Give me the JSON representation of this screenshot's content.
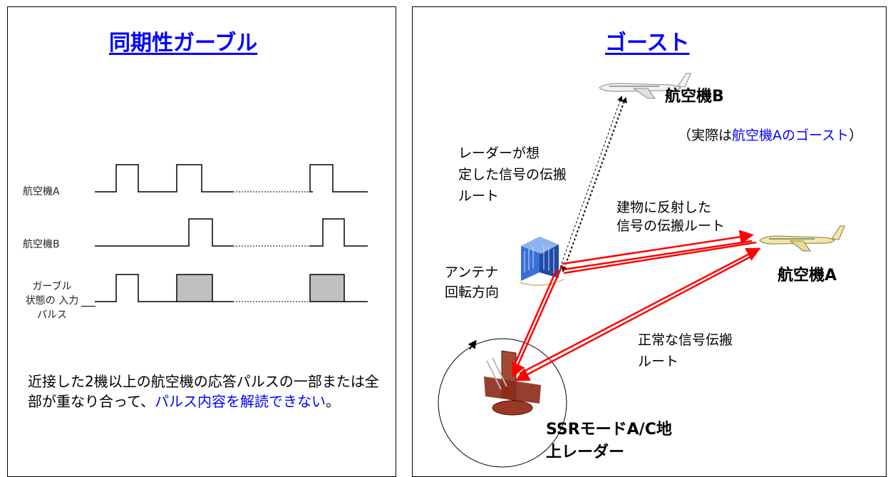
{
  "left_panel": {
    "title": "同期性ガーブル",
    "signals": [
      {
        "label": "航空機A"
      },
      {
        "label": "航空機B"
      },
      {
        "label_lines": [
          "ガーブル",
          "状態の 入力",
          "パルス"
        ]
      }
    ],
    "description": {
      "text_part1": "近接した2機以上の航空機の応答パルスの一部または全部が重なり合って、",
      "text_highlight": "パルス内容を解読できない",
      "text_part2": "。"
    },
    "colors": {
      "pulse_line": "#000000",
      "overlap_fill": "#c0c0c0",
      "title": "#0000ff",
      "highlight": "#0000ff"
    }
  },
  "right_panel": {
    "title": "ゴースト",
    "aircraft_b_label": "航空機B",
    "ghost_note": {
      "prefix": "（実際は",
      "highlight": "航空機Aのゴースト",
      "suffix": "）"
    },
    "expected_route_label": [
      "レーダーが想",
      "定した信号の伝搬",
      "ルート"
    ],
    "reflected_route_label": [
      "建物に反射した",
      "信号の伝搬ルート"
    ],
    "aircraft_a_label": "航空機A",
    "antenna_label": [
      "アンテナ",
      "回転方向"
    ],
    "normal_route_label": [
      "正常な信号伝搬",
      "ルート"
    ],
    "radar_label": [
      "SSRモードA/C地",
      "上レーダー"
    ],
    "colors": {
      "route_arrow": "#ff0000",
      "expected_route": "#000000",
      "building": "#3a6fd8",
      "radar": "#8b2a1a"
    }
  }
}
